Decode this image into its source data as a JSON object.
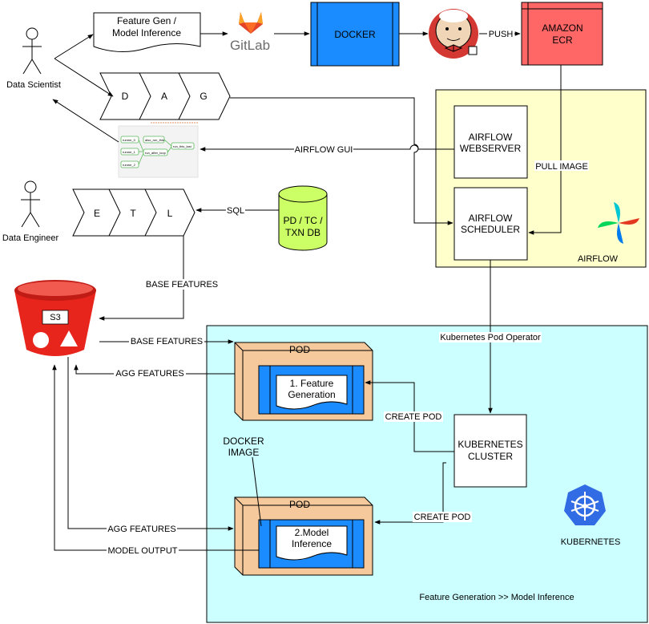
{
  "actors": {
    "data_scientist": "Data Scientist",
    "data_engineer": "Data Engineer"
  },
  "feature_gen_doc": [
    "Feature Gen /",
    "Model Inference"
  ],
  "gitlab": "GitLab",
  "docker": "DOCKER",
  "amazon_ecr": [
    "AMAZON",
    "ECR"
  ],
  "dag": [
    "D",
    "A",
    "G"
  ],
  "etl": [
    "E",
    "T",
    "L"
  ],
  "dag_preview_nodes": [
    "runme_0",
    "also_run_this",
    "runme_1",
    "run_after_loop",
    "run_this_last",
    "runme_2"
  ],
  "airflow": {
    "container_label": "AIRFLOW",
    "webserver": [
      "AIRFLOW",
      "WEBSERVER"
    ],
    "scheduler": [
      "AIRFLOW",
      "SCHEDULER"
    ]
  },
  "db": [
    "PD / TC /",
    "TXN DB"
  ],
  "s3": "S3",
  "kubernetes": {
    "container_label": "KUBERNETES",
    "cluster": [
      "KUBERNETES",
      "CLUSTER"
    ],
    "flow_caption": "Feature Generation  >>  Model Inference"
  },
  "pods": [
    {
      "title": "POD",
      "doc": [
        "1. Feature",
        "Generation"
      ]
    },
    {
      "title": "POD",
      "doc": [
        "2.Model",
        "Inference"
      ]
    }
  ],
  "docker_image": [
    "DOCKER",
    "IMAGE"
  ],
  "edges": {
    "push": "PUSH",
    "pull_image": "PULL IMAGE",
    "airflow_gui": "AIRFLOW GUI",
    "sql": "SQL",
    "base_features_1": "BASE FEATURES",
    "base_features_2": "BASE FEATURES",
    "agg_features_1": "AGG FEATURES",
    "agg_features_2": "AGG FEATURES",
    "model_output": "MODEL OUTPUT",
    "k8s_pod_operator": "Kubernetes Pod Operator",
    "create_pod_1": "CREATE POD",
    "create_pod_2": "CREATE POD"
  },
  "colors": {
    "docker": "#1a8cff",
    "ecr": "#ff6666",
    "airflow_bg": "#ffffcc",
    "k8s_bg": "#ccffff",
    "pod_fill": "#f5c99b",
    "pod_inner": "#1a8cff",
    "s3": "#e8251d",
    "db": "#ccff66",
    "gitlab_orange": "#e24329",
    "k8s_logo": "#326ce5"
  }
}
